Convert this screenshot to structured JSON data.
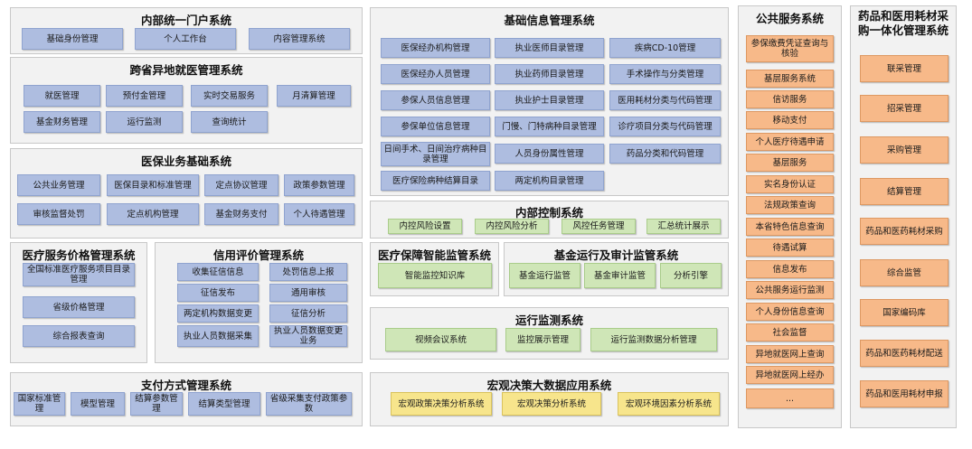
{
  "panels": {
    "internal_portal": {
      "title": "内部统一门户系统",
      "items": [
        "基础身份管理",
        "个人工作台",
        "内容管理系统"
      ]
    },
    "cross_region": {
      "title": "跨省异地就医管理系统",
      "items": [
        "就医管理",
        "预付金管理",
        "实时交易服务",
        "月清算管理",
        "基金财务管理",
        "运行监测",
        "查询统计"
      ]
    },
    "medical_basic": {
      "title": "医保业务基础系统",
      "items": [
        "公共业务管理",
        "医保目录和标准管理",
        "定点协议管理",
        "政策参数管理",
        "审核监督处罚",
        "定点机构管理",
        "基金财务支付",
        "个人待遇管理"
      ]
    },
    "price_mgmt": {
      "title": "医疗服务价格管理系统",
      "items": [
        "全国标准医疗服务项目目录管理",
        "省级价格管理",
        "综合报表查询"
      ]
    },
    "credit_eval": {
      "title": "信用评价管理系统",
      "items": [
        "收集征信信息",
        "处罚信息上报",
        "征信发布",
        "通用审核",
        "两定机构数据变更",
        "征信分析",
        "执业人员数据采集",
        "执业人员数据变更业务"
      ]
    },
    "payment_mgmt": {
      "title": "支付方式管理系统",
      "items": [
        "国家标准管理",
        "模型管理",
        "结算参数管理",
        "结算类型管理",
        "省级采集支付政策参数"
      ]
    },
    "basic_info": {
      "title": "基础信息管理系统",
      "items": [
        "医保经办机构管理",
        "执业医师目录管理",
        "疾病CD-10管理",
        "医保经办人员管理",
        "执业药师目录管理",
        "手术操作与分类管理",
        "参保人员信息管理",
        "执业护士目录管理",
        "医用耗材分类与代码管理",
        "参保单位信息管理",
        "门慢、门特病种目录管理",
        "诊疗项目分类与代码管理",
        "日间手术、日间治疗病种目录管理",
        "人员身份属性管理",
        "药品分类和代码管理",
        "医疗保险病种结算目录",
        "两定机构目录管理"
      ]
    },
    "internal_control": {
      "title": "内部控制系统",
      "items": [
        "内控风险设置",
        "内控风险分析",
        "风控任务管理",
        "汇总统计展示"
      ]
    },
    "smart_supervision": {
      "title": "医疗保障智能监管系统",
      "items": [
        "智能监控知识库"
      ]
    },
    "fund_audit": {
      "title": "基金运行及审计监管系统",
      "items": [
        "基金运行监管",
        "基金审计监管",
        "分析引擎"
      ]
    },
    "ops_monitor": {
      "title": "运行监测系统",
      "items": [
        "视频会议系统",
        "监控展示管理",
        "运行监测数据分析管理"
      ]
    },
    "macro_decision": {
      "title": "宏观决策大数据应用系统",
      "items": [
        "宏观政策决策分析系统",
        "宏观决策分析系统",
        "宏观环境因素分析系统"
      ]
    },
    "public_service": {
      "title": "公共服务系统",
      "items": [
        "参保缴费凭证查询与核验",
        "基层服务系统",
        "信访服务",
        "移动支付",
        "个人医疗待遇申请",
        "基层服务",
        "实名身份认证",
        "法规政策查询",
        "本省特色信息查询",
        "待遇试算",
        "信息发布",
        "公共服务运行监测",
        "个人身份信息查询",
        "社会监督",
        "异地就医网上查询",
        "异地就医网上经办",
        "..."
      ]
    },
    "drug_procurement": {
      "title": "药品和医用耗材采购一体化管理系统",
      "items": [
        "联采管理",
        "招采管理",
        "采购管理",
        "结算管理",
        "药品和医药耗材采购",
        "综合监管",
        "国家编码库",
        "药品和医药耗材配送",
        "药品和医用耗材申报"
      ]
    }
  },
  "colors": {
    "blue": "#aebde0",
    "green": "#cfe6b7",
    "yellow": "#f7e58c",
    "orange": "#f7b989",
    "panel": "#f2f2f2"
  }
}
